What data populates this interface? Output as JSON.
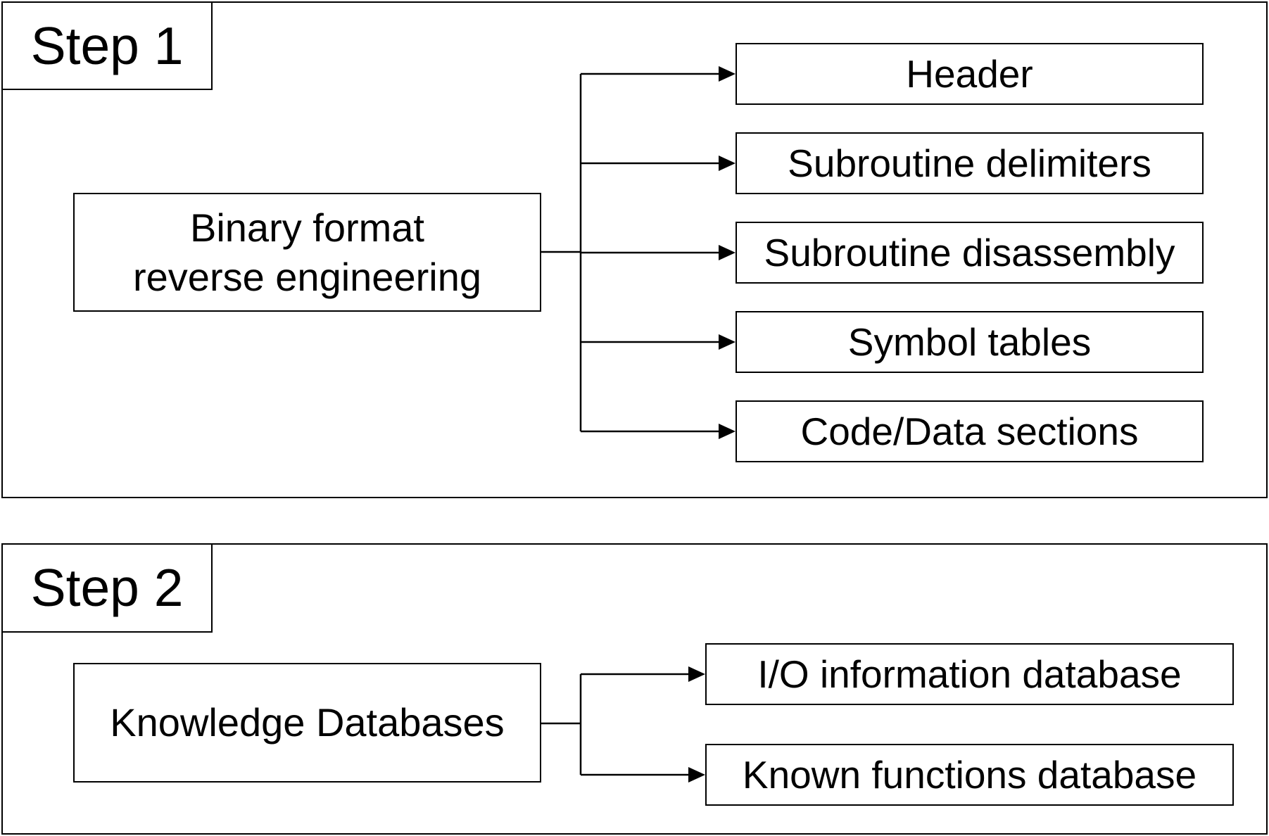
{
  "step1": {
    "label": "Step 1",
    "source": {
      "line1": "Binary format",
      "line2": "reverse engineering"
    },
    "targets": [
      "Header",
      "Subroutine delimiters",
      "Subroutine disassembly",
      "Symbol tables",
      "Code/Data sections"
    ]
  },
  "step2": {
    "label": "Step 2",
    "source": "Knowledge Databases",
    "targets": [
      "I/O information database",
      "Known functions database"
    ]
  },
  "colors": {
    "stroke": "#000000",
    "background": "#ffffff"
  }
}
